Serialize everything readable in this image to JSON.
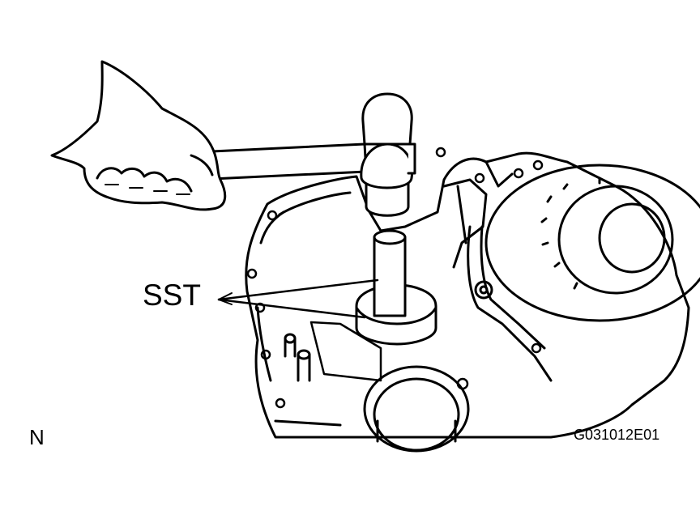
{
  "labels": {
    "tool_callout": "SST",
    "view_code": "N",
    "figure_id": "G031012E01"
  },
  "colors": {
    "line": "#000000",
    "background": "#ffffff"
  }
}
